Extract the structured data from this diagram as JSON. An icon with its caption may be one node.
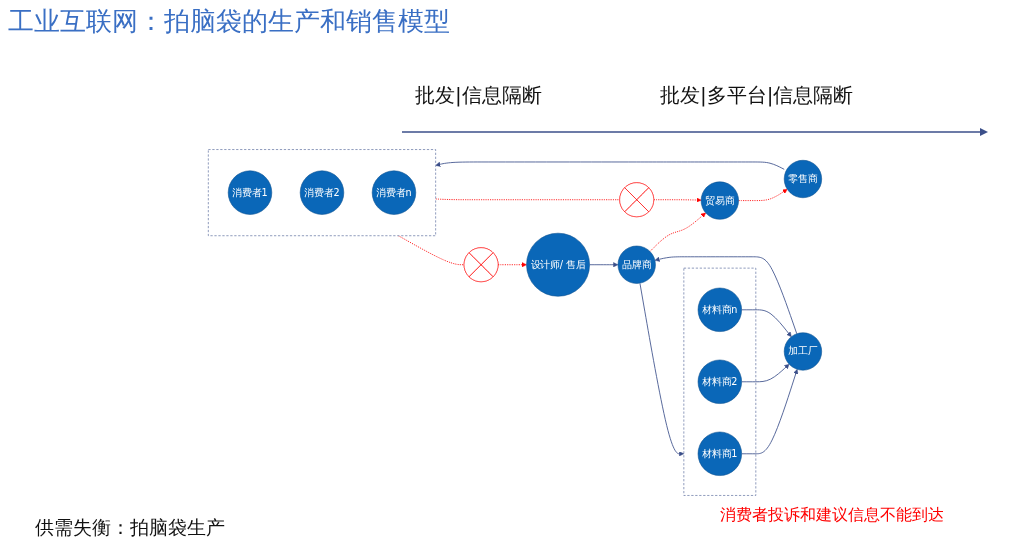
{
  "diagram": {
    "title": "工业互联网：拍脑袋的生产和销售模型",
    "nodes": [
      {
        "text": [],
        "shape": "box"
      },
      {
        "text": [
          "材料商1"
        ],
        "in": 0
      },
      {
        "text": [
          "材料商2"
        ],
        "in": 0
      },
      {
        "text": [
          "材料商n"
        ],
        "in": 0
      },
      {
        "text": [
          "品牌商"
        ]
      },
      {
        "text": [
          "贸易商"
        ]
      },
      {
        "text": [
          "零售商"
        ]
      },
      {
        "text": [],
        "shape": "box"
      },
      {
        "text": [
          "消费者1"
        ],
        "in": 7
      },
      {
        "text": [
          "消费者2"
        ],
        "in": 7
      },
      {
        "text": [
          "消费者n"
        ],
        "in": 7
      },
      {
        "text": [
          "加工厂"
        ]
      },
      {
        "text": [
          "设计师/ 售后"
        ]
      },
      {
        "text": [],
        "shape": "circle"
      },
      {
        "text": [],
        "shape": "circle"
      }
    ],
    "edges": [
      {
        "from": 4,
        "to": 0,
        "arrow": "to"
      },
      {
        "from": 4,
        "to": 5,
        "arrow": "to",
        "style": "dashed",
        "color": "#ff0000"
      },
      {
        "from": 5,
        "to": 6,
        "arrow": "to",
        "style": "dashed",
        "color": "#ff0000"
      },
      {
        "from": 6,
        "to": 7,
        "arrow": "to"
      },
      {
        "from": 1,
        "to": 11,
        "arrow": "to"
      },
      {
        "from": 2,
        "to": 11,
        "arrow": "to"
      },
      {
        "from": 3,
        "to": 11,
        "arrow": "to"
      },
      {
        "from": 11,
        "to": 4,
        "arrow": "to"
      },
      {
        "from": 12,
        "to": 4,
        "arrow": "to"
      },
      {
        "from": 7,
        "to": 13,
        "arrow": "none",
        "style": "dashed",
        "color": "#ff0000"
      },
      {
        "from": 13,
        "to": 5,
        "arrow": "to",
        "style": "dashed",
        "color": "#ff0000"
      },
      {
        "from": 7,
        "to": 14,
        "arrow": "none",
        "style": "dashed",
        "color": "#ff0000"
      },
      {
        "from": 14,
        "to": 12,
        "arrow": "to",
        "style": "dashed",
        "color": "#ff0000"
      }
    ],
    "labels": [
      "批发|信息隔断",
      "批发|多平台|信息隔断",
      "消费者投诉和建议信息不能到达"
    ],
    "caption": "供需失衡：拍脑袋生产"
  }
}
